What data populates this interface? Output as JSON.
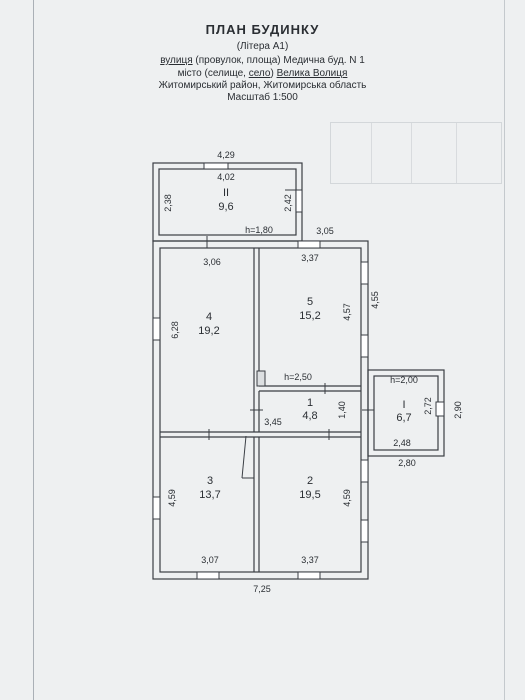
{
  "document": {
    "title": "ПЛАН БУДИНКУ",
    "litera": "(Літера А1)",
    "street_prefix": "вулиця",
    "street_rest": " (провулок, площа) Медична буд. N 1",
    "city_prefix": "місто (селище, ",
    "city_selo": "село",
    "city_mid": ")  ",
    "city_name": "Велика Волиця",
    "region": "Житомирський район, Житомирська область",
    "scale": "Масштаб 1:500"
  },
  "rooms": {
    "r_ii": {
      "num": "II",
      "area": "9,6"
    },
    "r_4": {
      "num": "4",
      "area": "19,2"
    },
    "r_5": {
      "num": "5",
      "area": "15,2"
    },
    "r_1": {
      "num": "1",
      "area": "4,8"
    },
    "r_i": {
      "num": "I",
      "area": "6,7"
    },
    "r_3": {
      "num": "3",
      "area": "13,7"
    },
    "r_2": {
      "num": "2",
      "area": "19,5"
    }
  },
  "dims": {
    "top_outer": "4,29",
    "top_inner": "4,02",
    "veranda_left": "2,38",
    "veranda_right": "2,42",
    "h_veranda": "h=1,80",
    "w_305": "3,05",
    "w_306": "3,06",
    "w_337_top": "3,37",
    "h_628": "6,28",
    "h_457": "4,57",
    "h_455": "4,55",
    "h_250": "h=2,50",
    "h_200": "h=2,00",
    "h_272": "2,72",
    "h_290": "2,90",
    "h_140": "1,40",
    "w_345": "3,45",
    "w_248": "2,48",
    "w_280": "2,80",
    "h_459_left": "4,59",
    "h_459_mid": "4,59",
    "w_307": "3,07",
    "w_337_bot": "3,37",
    "w_725": "7,25"
  }
}
